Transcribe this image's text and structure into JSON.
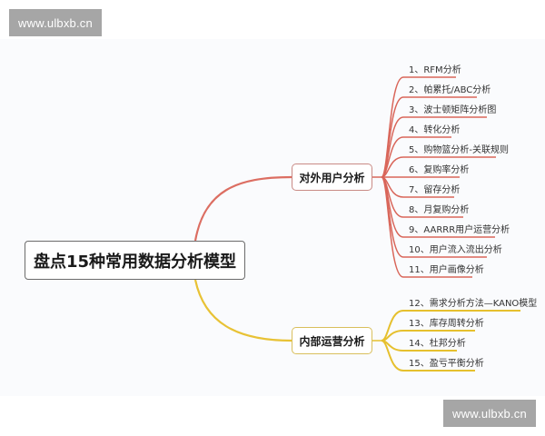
{
  "watermarks": {
    "top": "www.ulbxb.cn",
    "bottom": "www.ulbxb.cn"
  },
  "colors": {
    "red_branch": "#d9665a",
    "yellow_branch": "#e6c02e",
    "panel_bg": "#fafbfd",
    "watermark_bg": "#a6a6a6"
  },
  "mindmap": {
    "root": "盘点15种常用数据分析模型",
    "branches": [
      {
        "label": "对外用户分析",
        "color": "red",
        "items": [
          "1、RFM分析",
          "2、帕累托/ABC分析",
          "3、波士顿矩阵分析图",
          "4、转化分析",
          "5、购物篮分析-关联规则",
          "6、复购率分析",
          "7、留存分析",
          "8、月复购分析",
          "9、AARRR用户运营分析",
          "10、用户流入流出分析",
          "11、用户画像分析"
        ]
      },
      {
        "label": "内部运营分析",
        "color": "yellow",
        "items": [
          "12、需求分析方法—KANO模型",
          "13、库存周转分析",
          "14、杜邦分析",
          "15、盈亏平衡分析"
        ]
      }
    ]
  }
}
